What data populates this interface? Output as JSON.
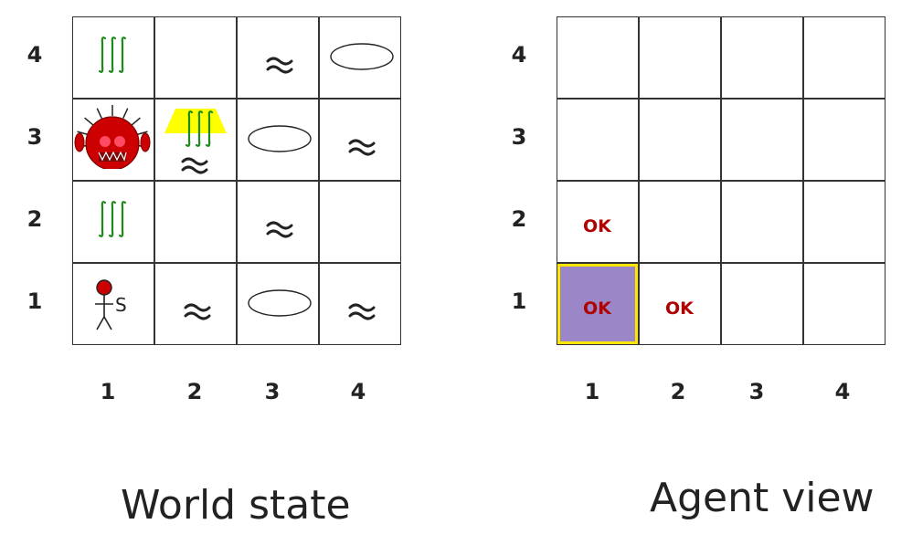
{
  "world": {
    "caption": "World state",
    "row_labels": [
      "4",
      "3",
      "2",
      "1"
    ],
    "col_labels": [
      "1",
      "2",
      "3",
      "4"
    ],
    "cells": [
      {
        "col": 1,
        "row": 4,
        "items": [
          "stench"
        ]
      },
      {
        "col": 3,
        "row": 4,
        "items": [
          "breeze"
        ]
      },
      {
        "col": 4,
        "row": 4,
        "items": [
          "pit"
        ]
      },
      {
        "col": 1,
        "row": 3,
        "items": [
          "wumpus"
        ]
      },
      {
        "col": 2,
        "row": 3,
        "items": [
          "gold",
          "stench",
          "breeze"
        ]
      },
      {
        "col": 3,
        "row": 3,
        "items": [
          "pit"
        ]
      },
      {
        "col": 4,
        "row": 3,
        "items": [
          "breeze"
        ]
      },
      {
        "col": 1,
        "row": 2,
        "items": [
          "stench"
        ]
      },
      {
        "col": 3,
        "row": 2,
        "items": [
          "breeze"
        ]
      },
      {
        "col": 1,
        "row": 1,
        "items": [
          "agent"
        ]
      },
      {
        "col": 2,
        "row": 1,
        "items": [
          "breeze"
        ]
      },
      {
        "col": 3,
        "row": 1,
        "items": [
          "pit"
        ]
      },
      {
        "col": 4,
        "row": 1,
        "items": [
          "breeze"
        ]
      }
    ],
    "agent_label": "S",
    "breeze_glyph": "≈",
    "stench_glyph": "∫∫∫"
  },
  "agent": {
    "caption": "Agent view",
    "row_labels": [
      "4",
      "3",
      "2",
      "1"
    ],
    "col_labels": [
      "1",
      "2",
      "3",
      "4"
    ],
    "ok_label": "OK",
    "ok_cells": [
      {
        "col": 1,
        "row": 2
      },
      {
        "col": 1,
        "row": 1
      },
      {
        "col": 2,
        "row": 1
      }
    ],
    "current_cell": {
      "col": 1,
      "row": 1
    }
  },
  "colors": {
    "grid_line": "#333333",
    "stench": "#1a8a1a",
    "wumpus": "#cc0000",
    "gold": "#ffff00",
    "ok_text": "#b00000",
    "current_fill": "#9b87c8",
    "current_border": "#ffe600"
  }
}
